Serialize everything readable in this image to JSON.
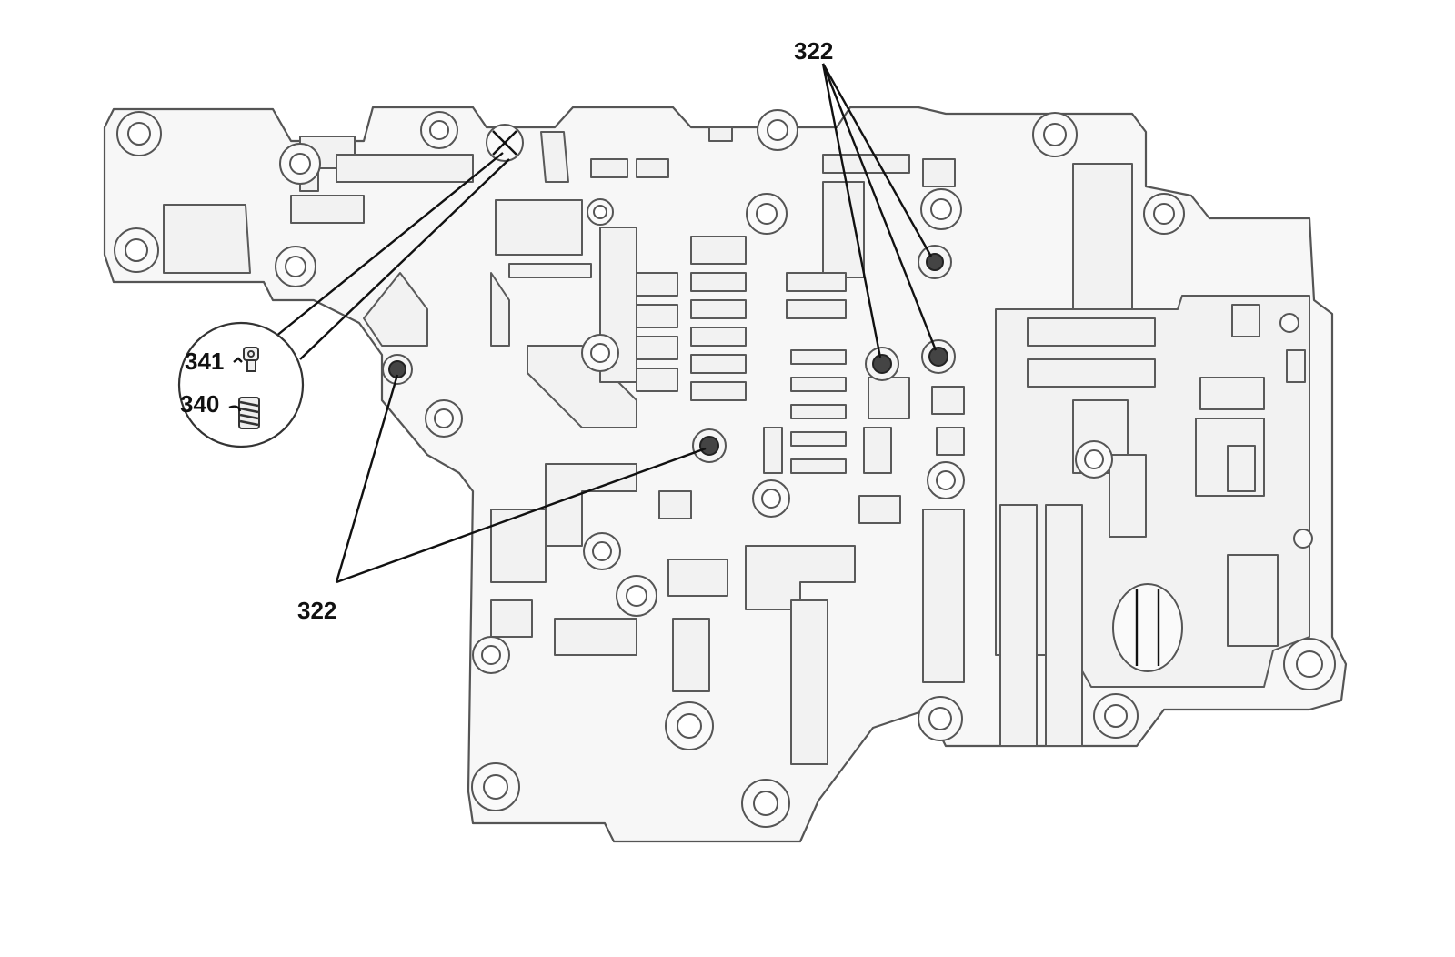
{
  "callouts": {
    "check_ball_top": "322",
    "check_ball_bottom": "322",
    "filter": "341",
    "spring": "340"
  },
  "colors": {
    "line": "#555555",
    "ball": "#444444",
    "text": "#111111"
  }
}
